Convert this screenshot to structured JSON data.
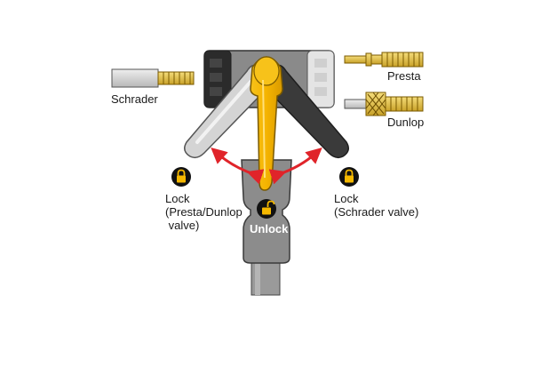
{
  "labels": {
    "schrader": "Schrader",
    "presta": "Presta",
    "dunlop": "Dunlop",
    "lock_left_line1": "Lock",
    "lock_left_line2": "(Presta/Dunlop",
    "lock_left_line3": " valve)",
    "lock_right_line1": "Lock",
    "lock_right_line2": "(Schrader valve)",
    "unlock": "Unlock"
  },
  "icons": {
    "lock_left": "padlock-closed-icon",
    "lock_right": "padlock-closed-icon",
    "unlock": "padlock-open-icon"
  },
  "colors": {
    "lever_yellow": "#f5b800",
    "lever_dark": "#3a3a3a",
    "lever_light": "#c8c8c8",
    "body_gray": "#8c8c8c",
    "arrow_red": "#e0242a",
    "valve_gold": "#e8c84a"
  }
}
